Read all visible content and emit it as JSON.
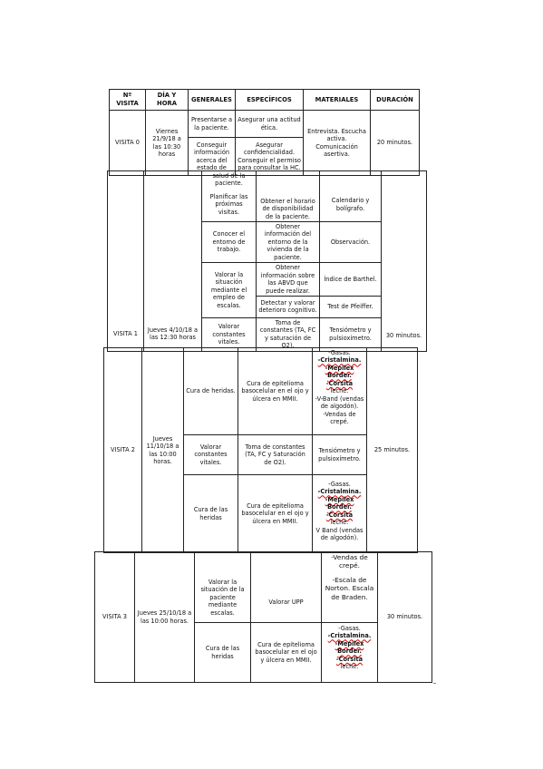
{
  "headers": {
    "visit": "Nº VISITA",
    "date": "DÍA Y HORA",
    "general": "GENERALES",
    "specific": "ESPECÍFICOS",
    "materials": "MATERIALES",
    "duration": "DURACIÓN"
  },
  "v0": {
    "visit": "VISITA 0",
    "date": "Viernes 21/9/18 a las 10:30 horas",
    "gen1": "Presentarse a la paciente.",
    "spec1": "Asegurar una actitud ética.",
    "gen2": "Conseguir información acerca del estado de",
    "spec2": "Asegurar confidencialidad. Conseguir el permiso para consultar la HC.",
    "mat": "Entrevista. Escucha activa. Comunicación asertiva.",
    "dur": "20 minutos."
  },
  "v1": {
    "visit": "VISITA 1",
    "date": "Jueves 4/10/18 a las 12:30 horas",
    "gen_cont": "salud de la paciente.",
    "gen1": "Planificar las próximas visitas.",
    "spec1": "Obtener el horario de disponibilidad de la paciente.",
    "mat1": "Calendario y bolígrafo.",
    "gen2": "Conocer el entorno de trabajo.",
    "spec2": "Obtener información del entorno de la vivienda de la paciente.",
    "mat2": "Observación.",
    "gen3": "Valorar la situación mediante el empleo de escalas.",
    "spec3": "Obtener información sobre las ABVD que puede realizar.",
    "mat3": "Índice de Barthel.",
    "spec4": "Detectar y valorar deterioro cognitivo.",
    "mat4": "Test de Pfeiffer.",
    "gen4": "Valorar constantes vitales.",
    "spec5": "Toma de constantes (TA, FC y saturación de O2).",
    "mat5": "Tensiómetro y pulsioxímetro.",
    "dur": "30 minutos."
  },
  "v2": {
    "visit": "VISITA 2",
    "date": "Jueves 11/10/18 a las 10:00 horas.",
    "gen1": "Cura de heridas.",
    "spec1": "Cura de epitelioma basocelular en el ojo y úlcera en MMII.",
    "mat1_a": "-Gasas.",
    "mat1_b": "-Cristalmina.",
    "mat1_c": "-Mepilex Border.",
    "mat1_d": "-Corsita",
    "mat1_e": "leche.",
    "mat1_f": "-V-Band (vendas de algodón).",
    "mat1_g": "-Vendas de crepé.",
    "gen2": "Valorar constantes vitales.",
    "spec2": "Toma de constantes (TA, FC y Saturación de O2).",
    "mat2": "Tensiómetro y pulsioxímetro.",
    "gen3": "Cura de las heridas",
    "spec3": "Cura de epitelioma basocelular en el ojo y úlcera en MMII.",
    "mat3_a": "-Gasas.",
    "mat3_b": "-Cristalmina.",
    "mat3_c": "-Mepilex Border.",
    "mat3_d": "-Corsita",
    "mat3_e": "leche.",
    "mat3_f": "V Band (vendas de algodón).",
    "dur": "25 minutos."
  },
  "v3": {
    "visit": "VISITA 3",
    "date": "Jueves 25/10/18 a las 10:00 horas.",
    "mat_cont": "-Vendas de crepé.",
    "gen1": "Valorar la situación de la paciente mediante escalas.",
    "spec1": "Valorar UPP",
    "mat1": "-Escala de Norton. Escala de Braden.",
    "gen2": "Cura de las heridas",
    "spec2": "Cura de epitelioma basocelular en el ojo y úlcera en MMII.",
    "mat2_a": "-Gasas.",
    "mat2_b": "-Cristalmina.",
    "mat2_c": "-Mepilex Border.",
    "mat2_d": "-Corsita",
    "mat2_e": "leche.",
    "dur": "30 minutos."
  }
}
